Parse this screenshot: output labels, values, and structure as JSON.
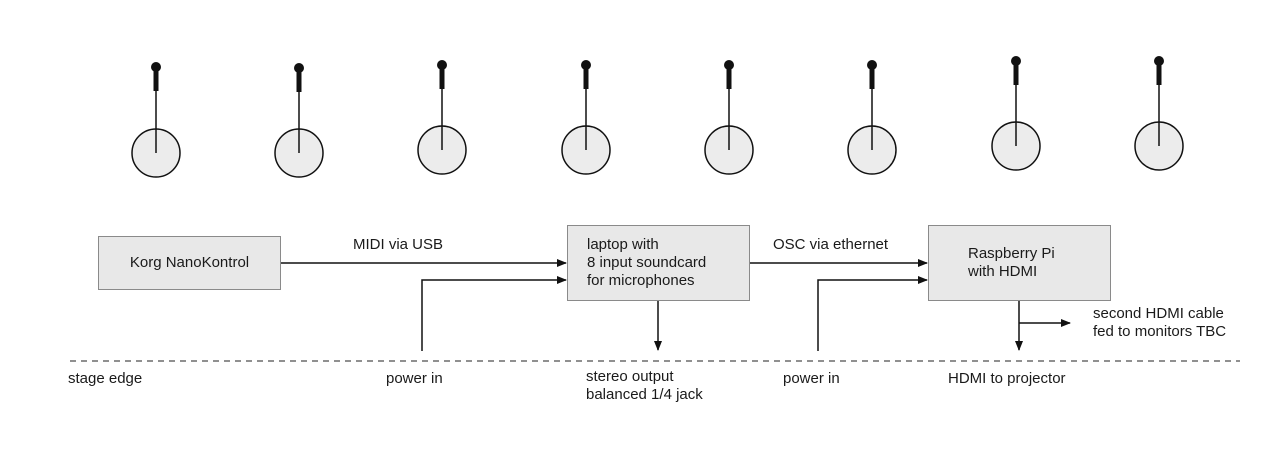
{
  "diagram": {
    "microphones": {
      "count": 8,
      "icon": "microphone-on-stand-icon",
      "stand_fill": "#ececec"
    },
    "devices": {
      "korg": {
        "label": "Korg NanoKontrol"
      },
      "laptop": {
        "lines": [
          "laptop with",
          "8 input soundcard",
          "for microphones"
        ]
      },
      "raspberry_pi": {
        "lines": [
          "Raspberry Pi",
          "with HDMI"
        ]
      }
    },
    "connections": {
      "midi": "MIDI via USB",
      "osc": "OSC via ethernet",
      "second_hdmi": [
        "second HDMI cable",
        "fed to monitors TBC"
      ]
    },
    "stage_labels": {
      "stage_edge": "stage edge",
      "power_in_1": "power in",
      "stereo_output": [
        "stereo output",
        "balanced 1/4 jack"
      ],
      "power_in_2": "power in",
      "hdmi_projector": "HDMI to projector"
    },
    "colors": {
      "box_fill": "#e8e8e8",
      "box_border": "#8a8a8a",
      "line": "#111111"
    }
  }
}
